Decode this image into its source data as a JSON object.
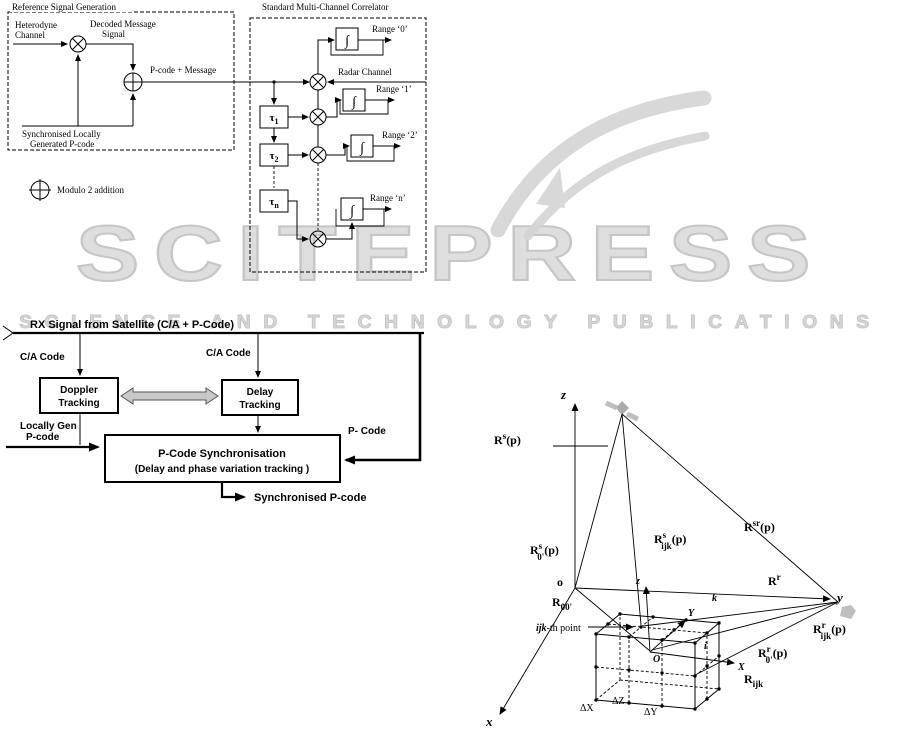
{
  "watermark": {
    "line1": "SCITEPRESS",
    "line2": "SCIENCE AND TECHNOLOGY PUBLICATIONS"
  },
  "fig_reference": {
    "title": "Reference Signal Generation",
    "heterodyne_line1": "Heterodyne",
    "heterodyne_line2": "Channel",
    "decoded_line1": "Decoded Message",
    "decoded_line2": "Signal",
    "pcode_message": "P-code + Message",
    "sync_line1": "Synchronised Locally",
    "sync_line2": "Generated P-code",
    "legend": "Modulo 2 addition"
  },
  "fig_correlator": {
    "title": "Standard Multi-Channel Correlator",
    "radar": "Radar Channel",
    "range0": "Range ‘0’",
    "range1": "Range ‘1’",
    "range2": "Range ‘2’",
    "rangen": "Range ‘n’",
    "tau": "τ",
    "tau1_sub": "1",
    "tau2_sub": "2",
    "taun_sub": "n",
    "integrator": "∫"
  },
  "fig_rx": {
    "title": "RX Signal from Satellite (C/A + P-Code)",
    "ca_left": "C/A Code",
    "ca_mid": "C/A Code",
    "doppler_line1": "Doppler",
    "doppler_line2": "Tracking",
    "delay_line1": "Delay",
    "delay_line2": "Tracking",
    "locally_line1": "Locally Gen",
    "locally_line2": "P-code",
    "sync_line1": "P-Code Synchronisation",
    "sync_line2": "(Delay and phase variation tracking )",
    "pcode": "P- Code",
    "output": "Synchronised P-code"
  },
  "fig_3d": {
    "axis_z": "z",
    "axis_y": "y",
    "axis_x": "x",
    "origin": "o",
    "small_z": "z",
    "small_Y": "Y",
    "small_X": "X",
    "small_i": "i",
    "small_k": "k",
    "small_O": "O",
    "delta_x": "ΔX",
    "delta_z": "ΔZ",
    "delta_y": "ΔY",
    "ijk_prefix": "ijk",
    "ijk_suffix": "-th point",
    "vec_rs": {
      "base": "R",
      "sup": "s",
      "rest": "(p)"
    },
    "vec_rsr": {
      "base": "R",
      "sup": "sr",
      "rest": "(p)"
    },
    "vec_rs_ijk": {
      "base": "R",
      "sup": "s",
      "sub": "ijk",
      "rest": "(p)"
    },
    "vec_rs_0": {
      "base": "R",
      "sup": "s",
      "sub": "0'",
      "rest": "(p)"
    },
    "vec_rr": {
      "base": "R",
      "sup": "r"
    },
    "vec_r00": {
      "base": "R",
      "sub": "00'"
    },
    "vec_rr_ijk": {
      "base": "R",
      "sup": "r",
      "sub": "ijk",
      "rest": "(p)"
    },
    "vec_rr_0": {
      "base": "R",
      "sup": "r",
      "sub": "0'",
      "rest": "(p)"
    },
    "vec_r_ijk": {
      "base": "R",
      "sub": "ijk"
    }
  }
}
